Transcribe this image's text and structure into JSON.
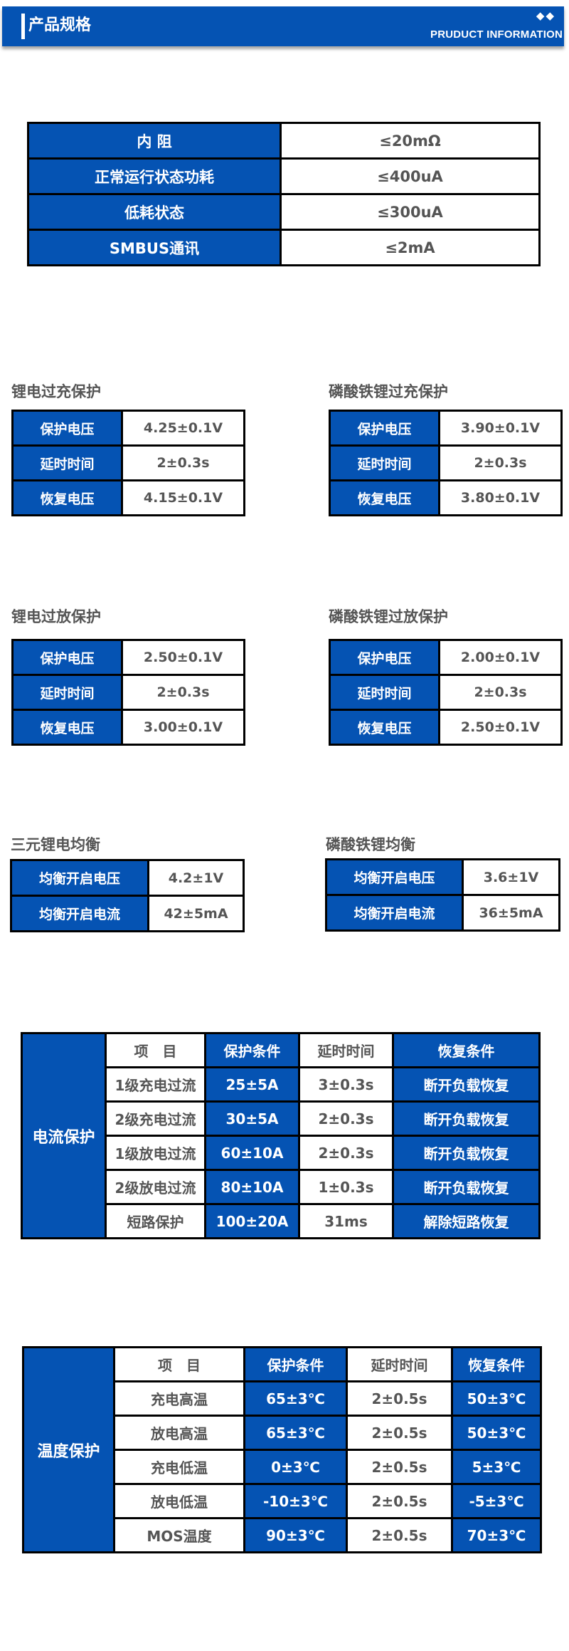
{
  "header": {
    "title": "产品规格",
    "subtitle": "PRUDUCT INFORMATION",
    "decoration": "◆◆",
    "accent_color": "#0553b3"
  },
  "basic_specs": {
    "rows": [
      {
        "label": "内 阻",
        "value": "≤20mΩ"
      },
      {
        "label": "正常运行状态功耗",
        "value": "≤400uA"
      },
      {
        "label": "低耗状态",
        "value": "≤300uA"
      },
      {
        "label": "SMBUS通讯",
        "value": "≤2mA"
      }
    ]
  },
  "li_overcharge": {
    "title": "锂电过充保护",
    "rows": [
      {
        "label": "保护电压",
        "value": "4.25±0.1V"
      },
      {
        "label": "延时时间",
        "value": "2±0.3s"
      },
      {
        "label": "恢复电压",
        "value": "4.15±0.1V"
      }
    ]
  },
  "lfp_overcharge": {
    "title": "磷酸铁锂过充保护",
    "rows": [
      {
        "label": "保护电压",
        "value": "3.90±0.1V"
      },
      {
        "label": "延时时间",
        "value": "2±0.3s"
      },
      {
        "label": "恢复电压",
        "value": "3.80±0.1V"
      }
    ]
  },
  "li_overdischarge": {
    "title": "锂电过放保护",
    "rows": [
      {
        "label": "保护电压",
        "value": "2.50±0.1V"
      },
      {
        "label": "延时时间",
        "value": "2±0.3s"
      },
      {
        "label": "恢复电压",
        "value": "3.00±0.1V"
      }
    ]
  },
  "lfp_overdischarge": {
    "title": "磷酸铁锂过放保护",
    "rows": [
      {
        "label": "保护电压",
        "value": "2.00±0.1V"
      },
      {
        "label": "延时时间",
        "value": "2±0.3s"
      },
      {
        "label": "恢复电压",
        "value": "2.50±0.1V"
      }
    ]
  },
  "ternary_balance": {
    "title": "三元锂电均衡",
    "rows": [
      {
        "label": "均衡开启电压",
        "value": "4.2±1V"
      },
      {
        "label": "均衡开启电流",
        "value": "42±5mA"
      }
    ]
  },
  "lfp_balance": {
    "title": "磷酸铁锂均衡",
    "rows": [
      {
        "label": "均衡开启电压",
        "value": "3.6±1V"
      },
      {
        "label": "均衡开启电流",
        "value": "36±5mA"
      }
    ]
  },
  "current_protection": {
    "side_label": "电流保护",
    "headers": [
      "项　目",
      "保护条件",
      "延时时间",
      "恢复条件"
    ],
    "rows": [
      {
        "item": "1级充电过流",
        "condition": "25±5A",
        "delay": "3±0.3s",
        "recovery": "断开负载恢复"
      },
      {
        "item": "2级充电过流",
        "condition": "30±5A",
        "delay": "2±0.3s",
        "recovery": "断开负载恢复"
      },
      {
        "item": "1级放电过流",
        "condition": "60±10A",
        "delay": "2±0.3s",
        "recovery": "断开负载恢复"
      },
      {
        "item": "2级放电过流",
        "condition": "80±10A",
        "delay": "1±0.3s",
        "recovery": "断开负载恢复"
      },
      {
        "item": "短路保护",
        "condition": "100±20A",
        "delay": "31ms",
        "recovery": "解除短路恢复"
      }
    ]
  },
  "temperature_protection": {
    "side_label": "温度保护",
    "headers": [
      "项　目",
      "保护条件",
      "延时时间",
      "恢复条件"
    ],
    "rows": [
      {
        "item": "充电高温",
        "condition": "65±3℃",
        "delay": "2±0.5s",
        "recovery": "50±3℃"
      },
      {
        "item": "放电高温",
        "condition": "65±3℃",
        "delay": "2±0.5s",
        "recovery": "50±3℃"
      },
      {
        "item": "充电低温",
        "condition": "0±3℃",
        "delay": "2±0.5s",
        "recovery": "5±3℃"
      },
      {
        "item": "放电低温",
        "condition": "-10±3℃",
        "delay": "2±0.5s",
        "recovery": "-5±3℃"
      },
      {
        "item": "MOS温度",
        "condition": "90±3℃",
        "delay": "2±0.5s",
        "recovery": "70±3℃"
      }
    ]
  }
}
